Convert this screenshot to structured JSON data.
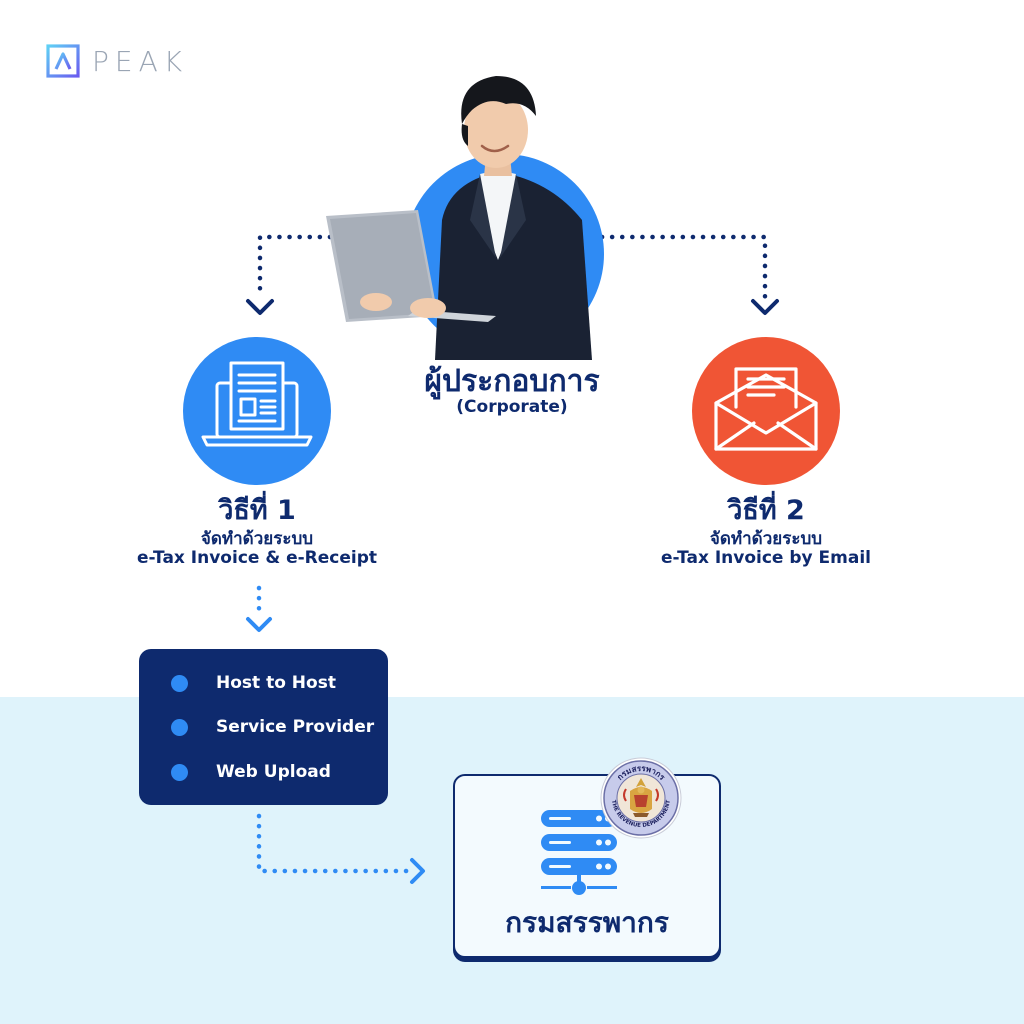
{
  "brand": {
    "logo_text": "PEAK",
    "logo_icon": "peak-logo-icon"
  },
  "corporate": {
    "title": "ผู้ประกอบการ",
    "subtitle": "(Corporate)",
    "image": "businessman-with-laptop"
  },
  "methods": [
    {
      "title": "วิธีที่ 1",
      "line1": "จัดทำด้วยระบบ",
      "line2": "e-Tax Invoice & e-Receipt",
      "icon": "laptop-document-icon",
      "color": "#2f8bf4"
    },
    {
      "title": "วิธีที่ 2",
      "line1": "จัดทำด้วยระบบ",
      "line2": "e-Tax Invoice by Email",
      "icon": "email-envelope-icon",
      "color": "#f05535"
    }
  ],
  "submission_options": [
    "Host to Host",
    "Service Provider",
    "Web Upload"
  ],
  "revenue_department": {
    "label": "กรมสรรพากร",
    "icon": "server-stack-icon",
    "seal_icon": "revenue-department-seal",
    "seal_text_top": "กรมสรรพากร",
    "seal_text_bottom": "THE REVENUE DEPARTMENT"
  },
  "colors": {
    "navy": "#0e2a6e",
    "blue": "#2f8bf4",
    "orange": "#f05535",
    "light_band": "#dff3fb"
  }
}
